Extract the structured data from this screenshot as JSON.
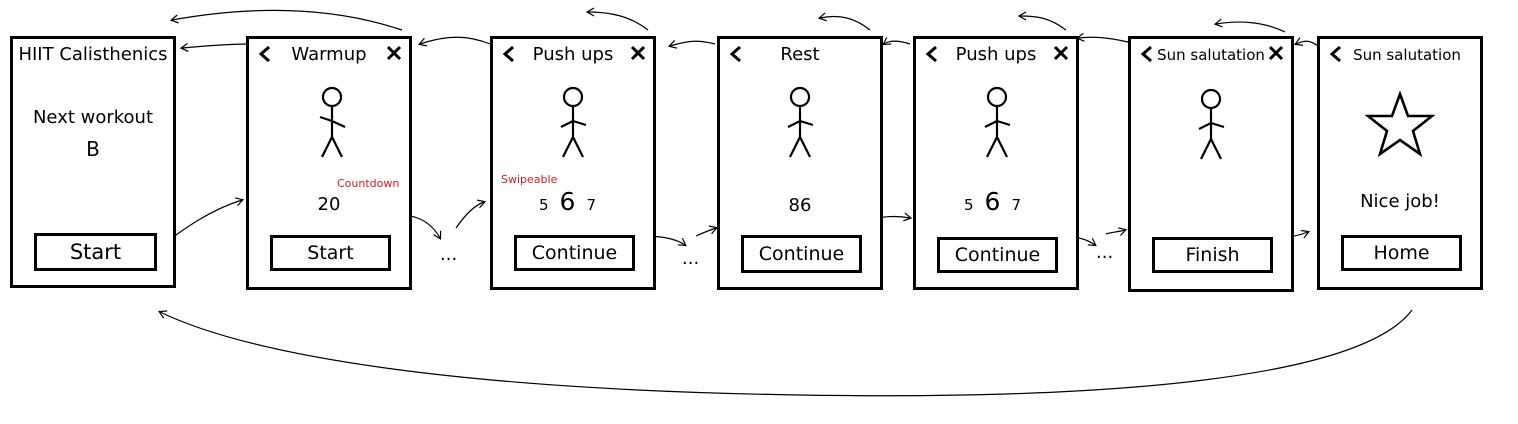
{
  "screens": {
    "home": {
      "title": "HIIT Calisthenics",
      "label": "Next workout",
      "value": "B",
      "button": "Start"
    },
    "warmup": {
      "title": "Warmup",
      "annotation": "Countdown",
      "count": "20",
      "button": "Start"
    },
    "pushups1": {
      "title": "Push ups",
      "annotation": "Swipeable",
      "reps": [
        "5",
        "6",
        "7"
      ],
      "button": "Continue"
    },
    "rest": {
      "title": "Rest",
      "count": "86",
      "button": "Continue"
    },
    "pushups2": {
      "title": "Push ups",
      "reps": [
        "5",
        "6",
        "7"
      ],
      "button": "Continue"
    },
    "sun": {
      "title": "Sun salutation",
      "button": "Finish"
    },
    "done": {
      "title": "Sun salutation",
      "message": "Nice job!",
      "button": "Home"
    }
  },
  "ellipsis": "...",
  "icons": {
    "back": "chevron-left-icon",
    "close": "close-icon",
    "figure": "stick-figure-icon",
    "star": "star-icon"
  },
  "colors": {
    "annotation": "#d41c1c",
    "stroke": "#000000"
  }
}
